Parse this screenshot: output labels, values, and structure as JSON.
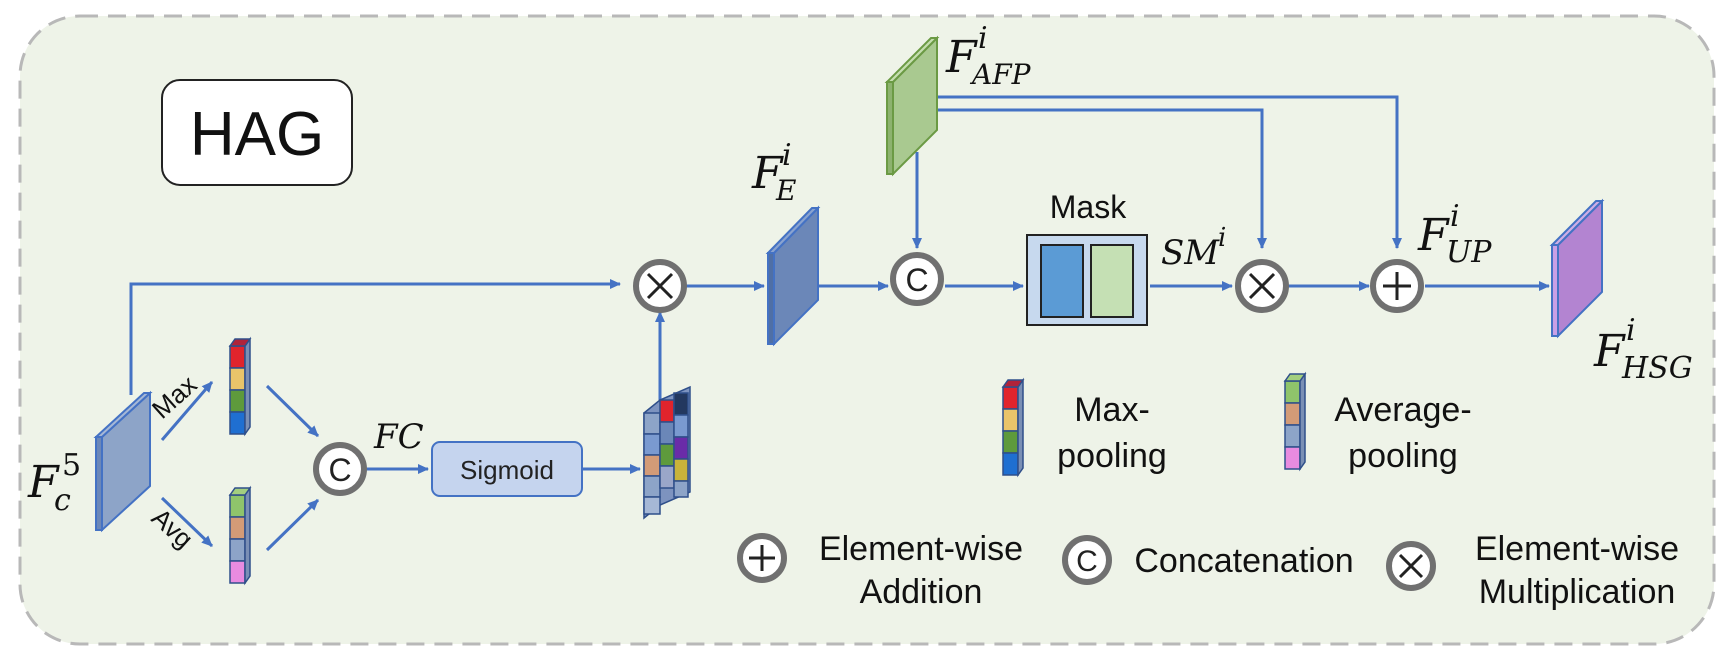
{
  "title": "HAG",
  "labels": {
    "fc5_base": "F",
    "fc5_sub": "c",
    "fc5_sup": "5",
    "max": "Max",
    "avg": "Avg",
    "fc": "FC",
    "sigmoid": "Sigmoid",
    "fe_base": "F",
    "fe_sub": "E",
    "fe_sup": "i",
    "fafp_base": "F",
    "fafp_sub": "AFP",
    "fafp_sup": "i",
    "mask": "Mask",
    "sm_base": "SM",
    "sm_sup": "i",
    "fup_base": "F",
    "fup_sub": "UP",
    "fup_sup": "i",
    "fhsg_base": "F",
    "fhsg_sub": "HSG",
    "fhsg_sup": "i",
    "concat_letter": "C"
  },
  "legend": {
    "maxpool_line1": "Max-",
    "maxpool_line2": "pooling",
    "avgpool_line1": "Average-",
    "avgpool_line2": "pooling",
    "add_line1": "Element-wise",
    "add_line2": "Addition",
    "concat": "Concatenation",
    "mult_line1": "Element-wise",
    "mult_line2": "Multiplication"
  },
  "colors": {
    "panel_bg": "#eef3e8",
    "panel_border": "#b8b8b8",
    "arrow": "#4472c4",
    "op_circle": "#707070",
    "feature_blue": "#6b87b8",
    "feature_green": "#a9c990",
    "feature_purple": "#b384d1",
    "sigmoid_fill": "#c5d4ee",
    "mask_bg": "#c7d9ee",
    "mask_blue": "#5b9bd5",
    "mask_green": "#c5e0b4"
  }
}
